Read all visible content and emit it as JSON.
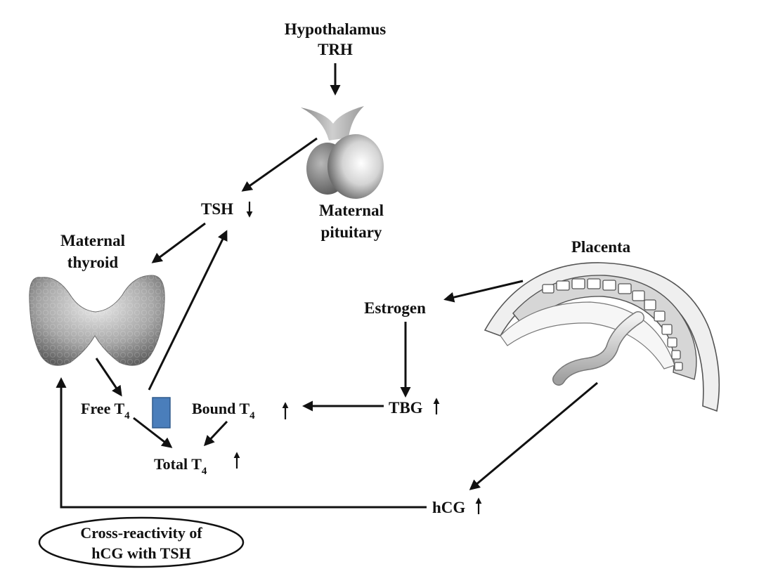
{
  "labels": {
    "hypothalamus": "Hypothalamus",
    "trh": "TRH",
    "tsh": "TSH",
    "maternal_pituitary_1": "Maternal",
    "maternal_pituitary_2": "pituitary",
    "maternal_thyroid_1": "Maternal",
    "maternal_thyroid_2": "thyroid",
    "placenta": "Placenta",
    "estrogen": "Estrogen",
    "tbg": "TBG",
    "free_t4": "Free T",
    "bound_t4": "Bound T",
    "total_t4": "Total T",
    "t4_subscript": "4",
    "hcg": "hCG",
    "cross_reactivity_1": "Cross-reactivity of",
    "cross_reactivity_2": "hCG with TSH"
  },
  "indicators": {
    "tsh": "down",
    "bound_t4": "up",
    "total_t4": "up",
    "tbg": "up",
    "hcg": "up"
  },
  "colors": {
    "marker_box": "#4a7ebb",
    "marker_box_border": "#2f5a8c",
    "ink": "#111111"
  },
  "icons": {
    "pituitary": "pituitary-gland-icon",
    "thyroid": "thyroid-gland-icon",
    "placenta": "placenta-icon"
  }
}
